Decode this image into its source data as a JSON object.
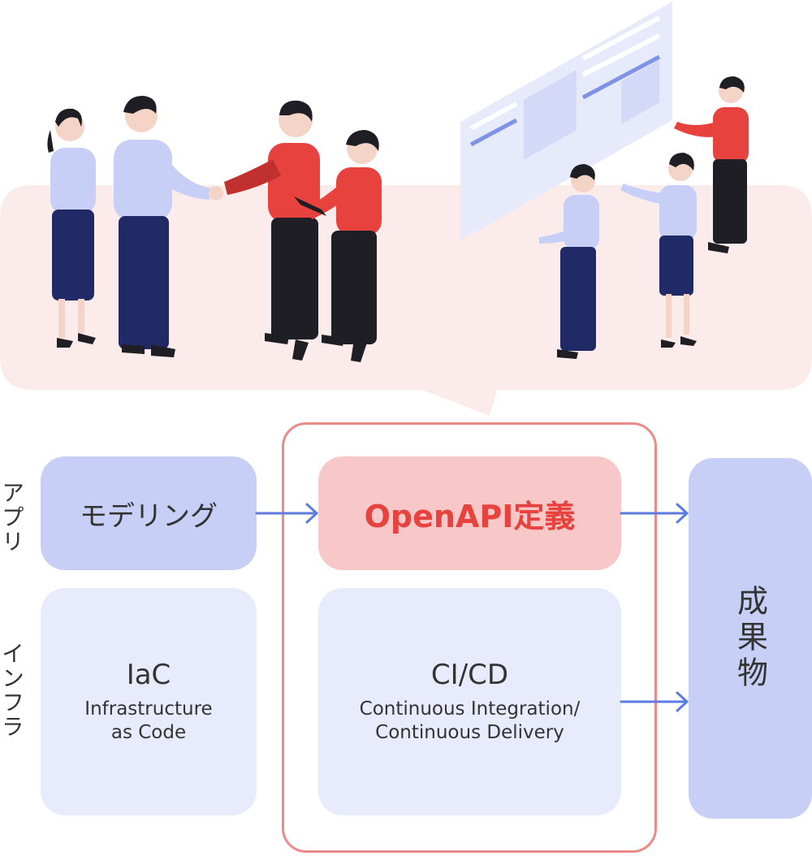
{
  "rows": {
    "app": "アプリ",
    "infra": "インフラ"
  },
  "boxes": {
    "modeling": "モデリング",
    "iac_title": "IaC",
    "iac_line1": "Infrastructure",
    "iac_line2": "as Code",
    "openapi": "OpenAPI定義",
    "cicd_title": "CI/CD",
    "cicd_line1": "Continuous Integration/",
    "cicd_line2": "Continuous Delivery",
    "deliverable": "成果物"
  },
  "colors": {
    "accent_red": "#e8423f",
    "box_blue": "#c8cff7",
    "box_light": "#e8ebfb",
    "box_pink": "#f8c8c8",
    "arrow": "#5b7be0",
    "frame": "#ec8a8a"
  }
}
